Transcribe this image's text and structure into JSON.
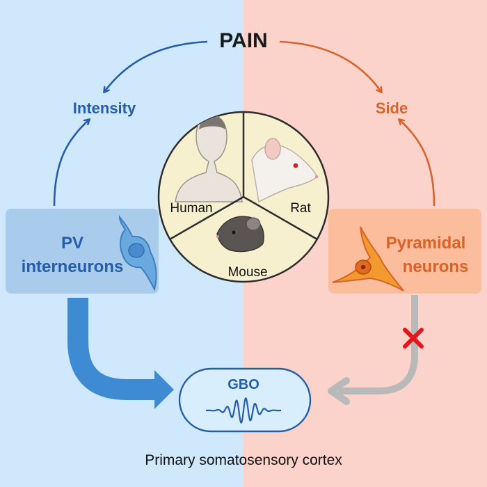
{
  "title": "PAIN",
  "left_outcome": "Intensity",
  "right_outcome": "Side",
  "pv": {
    "line1": "PV",
    "line2": "interneurons"
  },
  "pyramidal": {
    "line1": "Pyramidal",
    "line2": "neurons"
  },
  "species": {
    "human": "Human",
    "rat": "Rat",
    "mouse": "Mouse"
  },
  "gbo": "GBO",
  "footer": "Primary somatosensory cortex",
  "colors": {
    "left_bg": "#cfe8fb",
    "right_bg": "#fbd3cb",
    "blue": "#245da8",
    "orange": "#d9622a",
    "pv_box": "#a9ccec",
    "pyr_box": "#fbbd9b",
    "circle_fill": "#f6f0cf",
    "inhibit": "#e4161b",
    "gray": "#b9b9b9",
    "thick_blue": "#3f8bd3"
  }
}
